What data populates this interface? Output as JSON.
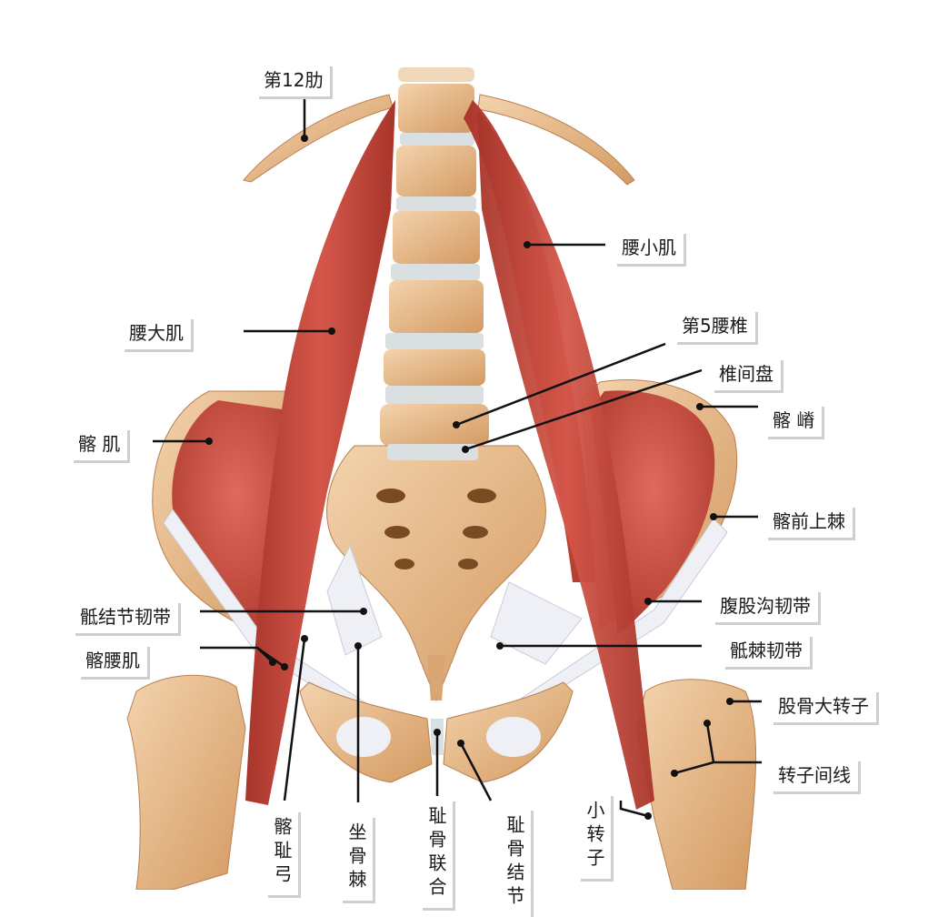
{
  "colors": {
    "muscle": "#c94a3e",
    "muscle_dark": "#9e2f27",
    "muscle_light": "#e27a6d",
    "bone": "#e8b886",
    "bone_dark": "#c98d55",
    "bone_light": "#f3d3ad",
    "disc": "#dadfe2",
    "ligament": "#eef0f5",
    "leader": "#111111"
  },
  "labels": {
    "rib12": "第12肋",
    "psoas_minor": "腰小肌",
    "l5": "第5腰椎",
    "disc": "椎间盘",
    "psoas_major": "腰大肌",
    "iliac_crest": "髂 嵴",
    "iliacus": "髂 肌",
    "asis": "髂前上棘",
    "sacrotuberous": "骶结节韧带",
    "inguinal": "腹股沟韧带",
    "iliopsoas": "髂腰肌",
    "sacrospinous": "骶棘韧带",
    "greater_trochanter": "股骨大转子",
    "intertrochanteric": "转子间线",
    "iliopubic": "髂耻弓",
    "ischial_spine": "坐骨棘",
    "pubic_symphysis": "耻骨联合",
    "pubic_tubercle": "耻骨结节",
    "lesser_trochanter": "小转子"
  }
}
